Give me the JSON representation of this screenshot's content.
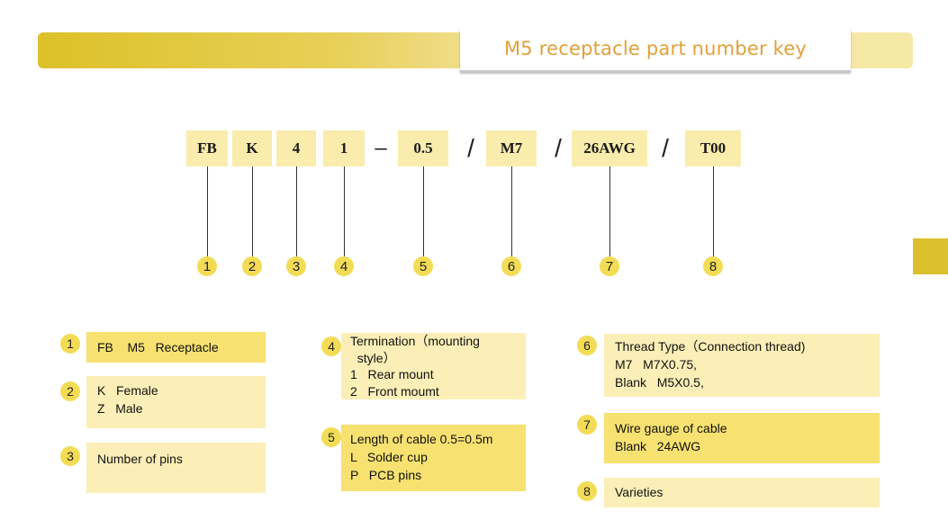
{
  "header": {
    "title": "M5 receptacle part number key"
  },
  "part_number": {
    "segments": [
      "FB",
      "K",
      "4",
      "1",
      "0.5",
      "M7",
      "26AWG",
      "T00"
    ],
    "separators": [
      "–",
      "/",
      "/",
      "/"
    ],
    "callout_numbers": [
      "1",
      "2",
      "3",
      "4",
      "5",
      "6",
      "7",
      "8"
    ]
  },
  "legend": {
    "l1": {
      "num": "1",
      "lines": [
        "FB    M5   Receptacle"
      ]
    },
    "l2": {
      "num": "2",
      "lines": [
        "K   Female",
        "Z   Male"
      ]
    },
    "l3": {
      "num": "3",
      "lines": [
        "Number of pins"
      ]
    },
    "l4": {
      "num": "4",
      "lines": [
        "Termination（mounting",
        "  style）",
        "1   Rear mount",
        "2   Front moumt"
      ]
    },
    "l5": {
      "num": "5",
      "lines": [
        "Length of cable 0.5=0.5m",
        "L   Solder cup",
        "P   PCB pins"
      ]
    },
    "l6": {
      "num": "6",
      "lines": [
        "Thread Type（Connection thread)",
        "M7   M7X0.75,",
        "Blank   M5X0.5,"
      ]
    },
    "l7": {
      "num": "7",
      "lines": [
        "Wire gauge of cable",
        "Blank   24AWG"
      ]
    },
    "l8": {
      "num": "8",
      "lines": [
        "Varieties"
      ]
    }
  }
}
